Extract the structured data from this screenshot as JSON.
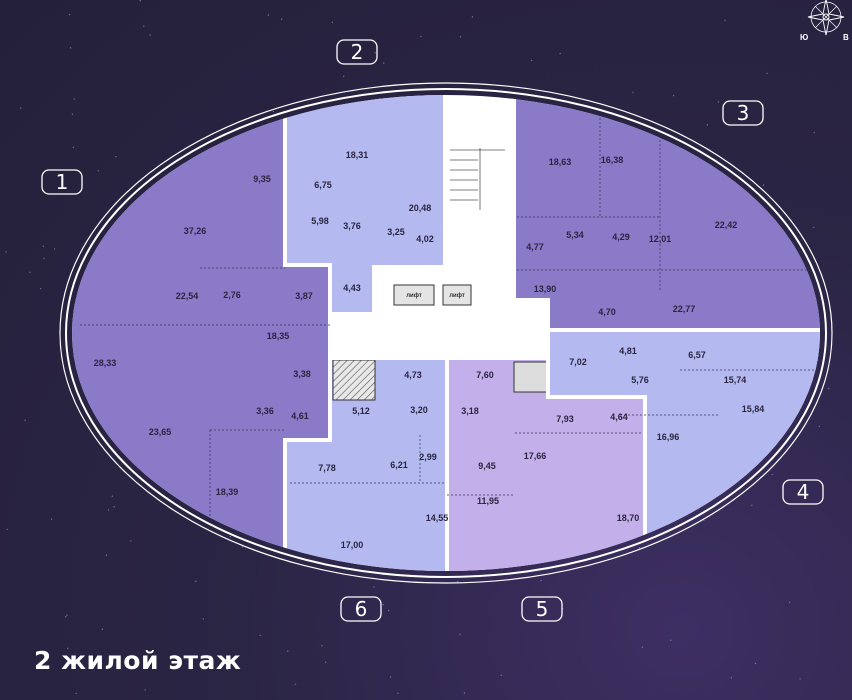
{
  "title": "2 жилой этаж",
  "compass": {
    "south": "Ю",
    "east": "В"
  },
  "lift_label": "лифт",
  "colors": {
    "apt_dark": "#8b7ac8",
    "apt_light_blue": "#b4baf0",
    "apt_lavender": "#c3b0ea",
    "background": "#2b2545"
  },
  "apartments": [
    {
      "number": "1",
      "areas": [
        "9,35",
        "37,26",
        "22,54",
        "2,76",
        "3,87",
        "18,35",
        "28,33",
        "3,38",
        "23,65",
        "3,36",
        "4,61",
        "18,39"
      ]
    },
    {
      "number": "2",
      "areas": [
        "18,31",
        "6,75",
        "5,98",
        "3,76",
        "20,48",
        "3,25",
        "4,02",
        "4,43"
      ]
    },
    {
      "number": "3",
      "areas": [
        "18,63",
        "16,38",
        "4,77",
        "5,34",
        "4,29",
        "12,01",
        "22,42",
        "13,90",
        "4,70",
        "22,77"
      ]
    },
    {
      "number": "4",
      "areas": [
        "7,02",
        "4,81",
        "5,76",
        "6,57",
        "15,74",
        "15,84",
        "16,96"
      ]
    },
    {
      "number": "5",
      "areas": [
        "7,60",
        "3,18",
        "7,93",
        "4,64",
        "17,66",
        "9,45",
        "11,95",
        "18,70"
      ]
    },
    {
      "number": "6",
      "areas": [
        "4,73",
        "5,12",
        "3,20",
        "6,21",
        "2,99",
        "7,78",
        "14,55",
        "17,00"
      ]
    }
  ]
}
